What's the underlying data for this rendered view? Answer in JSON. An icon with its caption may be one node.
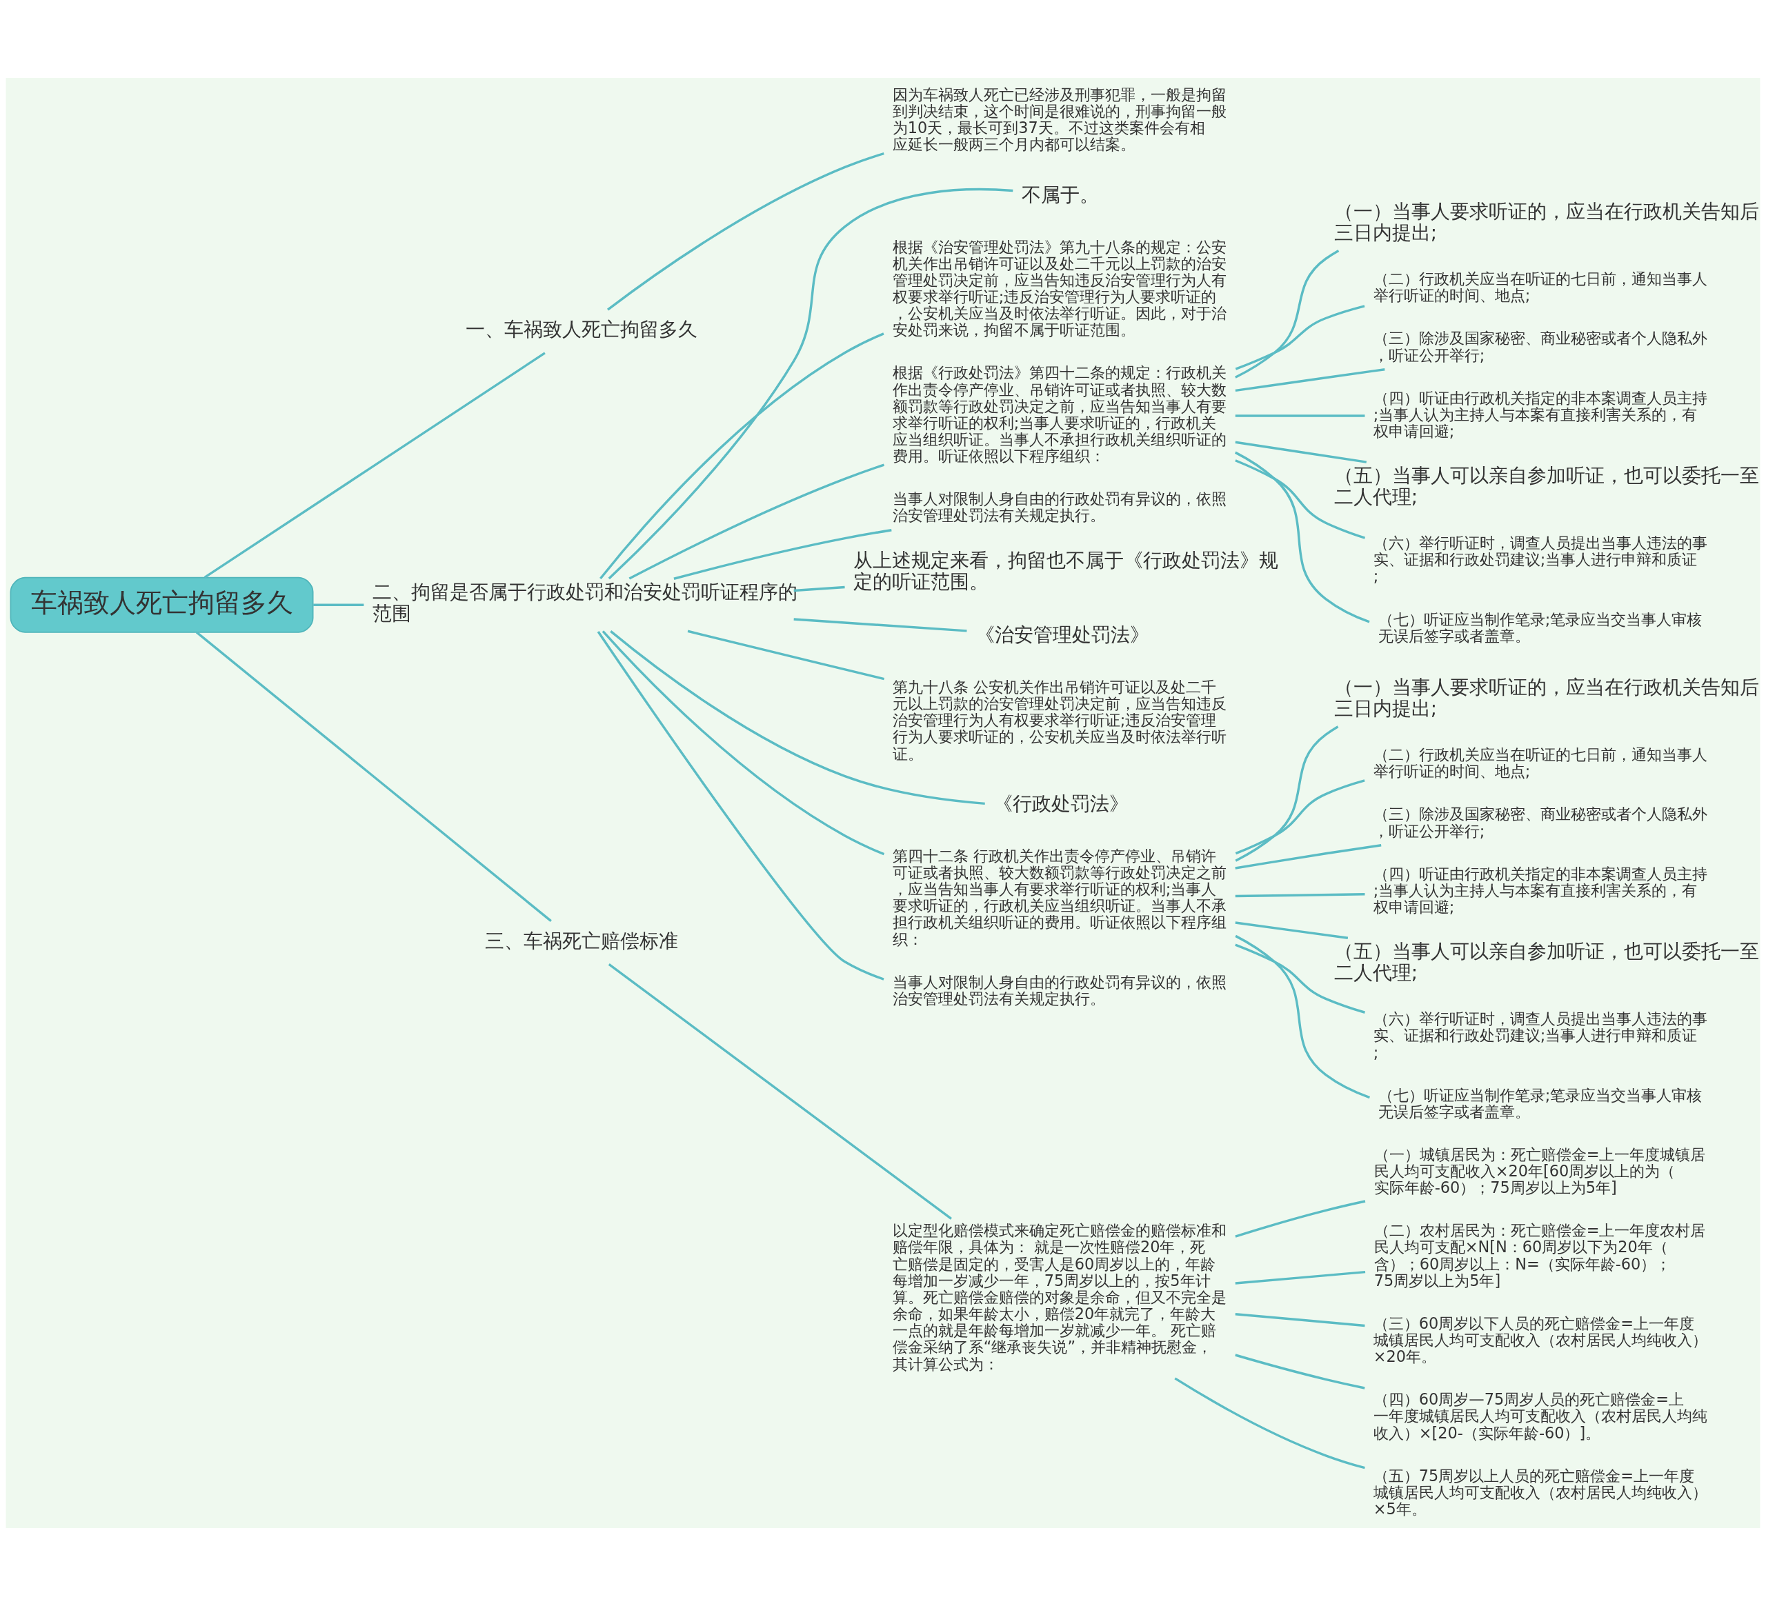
{
  "diagram": {
    "nodes": [
      {
        "text": [
          "车祸致人死亡拘留多久"
        ]
      },
      {
        "text": [
          "一、车祸致人死亡拘留多久"
        ]
      },
      {
        "text": [
          "因为车祸致人死亡已经涉及刑事犯罪，一般是拘留到判决结束，这个时间是很难说的，刑事拘留一般为10天，最长可到37天。不过这类案件会有相应延长一般两三个月内都可以结案。"
        ]
      },
      {
        "text": [
          "二、拘留是否属于行政处罚和治安处罚听证程序的范围"
        ]
      },
      {
        "text": [
          "不属于。"
        ]
      },
      {
        "text": [
          "根据《治安管理处罚法》第九十八条的规定：公安机关作出吊销许可证以及处二千元以上罚款的治安管理处罚决定前，应当告知违反治安管理行为人有权要求举行听证;违反治安管理行为人要求听证的，公安机关应当及时依法举行听证。因此，对于治安处罚来说，拘留不属于听证范围。"
        ]
      },
      {
        "text": [
          "根据《行政处罚法》第四十二条的规定：行政机关作出责令停产停业、吊销许可证或者执照、较大数额罚款等行政处罚决定之前，应当告知当事人有要求举行听证的权利;当事人要求听证的，行政机关应当组织听证。当事人不承担行政机关组织听证的费用。听证依照以下程序组织："
        ]
      },
      {
        "text": [
          "（一）当事人要求听证的，应当在行政机关告知后三日内提出;"
        ]
      },
      {
        "text": [
          "（二）行政机关应当在听证的七日前，通知当事人举行听证的时间、地点;"
        ]
      },
      {
        "text": [
          "（三）除涉及国家秘密、商业秘密或者个人隐私外，听证公开举行;"
        ]
      },
      {
        "text": [
          "（四）听证由行政机关指定的非本案调查人员主持;当事人认为主持人与本案有直接利害关系的，有权申请回避;"
        ]
      },
      {
        "text": [
          "（五）当事人可以亲自参加听证，也可以委托一至二人代理;"
        ]
      },
      {
        "text": [
          "（六）举行听证时，调查人员提出当事人违法的事实、证据和行政处罚建议;当事人进行申辩和质证;"
        ]
      },
      {
        "text": [
          "（七）听证应当制作笔录;笔录应当交当事人审核无误后签字或者盖章。"
        ]
      },
      {
        "text": [
          "当事人对限制人身自由的行政处罚有异议的，依照治安管理处罚法有关规定执行。"
        ]
      },
      {
        "text": [
          "从上述规定来看，拘留也不属于《行政处罚法》规定的听证范围。"
        ]
      },
      {
        "text": [
          "《治安管理处罚法》"
        ]
      },
      {
        "text": [
          "第九十八条 公安机关作出吊销许可证以及处二千元以上罚款的治安管理处罚决定前，应当告知违反治安管理行为人有权要求举行听证;违反治安管理行为人要求听证的，公安机关应当及时依法举行听证。"
        ]
      },
      {
        "text": [
          "《行政处罚法》"
        ]
      },
      {
        "text": [
          "第四十二条 行政机关作出责令停产停业、吊销许可证或者执照、较大数额罚款等行政处罚决定之前，应当告知当事人有要求举行听证的权利;当事人要求听证的，行政机关应当组织听证。当事人不承担行政机关组织听证的费用。听证依照以下程序组织："
        ]
      },
      {
        "text": [
          "（一）当事人要求听证的，应当在行政机关告知后三日内提出;"
        ]
      },
      {
        "text": [
          "（二）行政机关应当在听证的七日前，通知当事人举行听证的时间、地点;"
        ]
      },
      {
        "text": [
          "（三）除涉及国家秘密、商业秘密或者个人隐私外，听证公开举行;"
        ]
      },
      {
        "text": [
          "（四）听证由行政机关指定的非本案调查人员主持;当事人认为主持人与本案有直接利害关系的，有权申请回避;"
        ]
      },
      {
        "text": [
          "（五）当事人可以亲自参加听证，也可以委托一至二人代理;"
        ]
      },
      {
        "text": [
          "（六）举行听证时，调查人员提出当事人违法的事实、证据和行政处罚建议;当事人进行申辩和质证;"
        ]
      },
      {
        "text": [
          "（七）听证应当制作笔录;笔录应当交当事人审核无误后签字或者盖章。"
        ]
      },
      {
        "text": [
          "当事人对限制人身自由的行政处罚有异议的，依照治安管理处罚法有关规定执行。"
        ]
      },
      {
        "text": [
          "三、车祸死亡赔偿标准"
        ]
      },
      {
        "text": [
          "以定型化赔偿模式来确定死亡赔偿金的赔偿标准和赔偿年限，具体为： 就是一次性赔偿20年，死亡赔偿是固定的，受害人是60周岁以上的，年龄每增加一岁减少一年，75周岁以上的，按5年计算。死亡赔偿金赔偿的对象是余命，但又不完全是余命，如果年龄太小，赔偿20年就完了，年龄大一点的就是年龄每增加一岁就减少一年。 死亡赔偿金采纳了系“继承丧失说”，并非精神抚慰金，其计算公式为："
        ]
      },
      {
        "text": [
          "（一）城镇居民为：死亡赔偿金=上一年度城镇居民人均可支配收入×20年[60周岁以上的为（实际年龄-60）；75周岁以上为5年]"
        ]
      },
      {
        "text": [
          "（二）农村居民为：死亡赔偿金=上一年度农村居民人均可支配×N[N：60周岁以下为20年（含）；60周岁以上：N=（实际年龄-60）；75周岁以上为5年]"
        ]
      },
      {
        "text": [
          "（三）60周岁以下人员的死亡赔偿金=上一年度城镇居民人均可支配收入（农村居民人均纯收入）×20年。"
        ]
      },
      {
        "text": [
          "（四）60周岁—75周岁人员的死亡赔偿金=上一年度城镇居民人均可支配收入（农村居民人均纯收入）×[20-（实际年龄-60）]。"
        ]
      },
      {
        "text": [
          "（五）75周岁以上人员的死亡赔偿金=上一年度城镇居民人均可支配收入（农村居民人均纯收入）×5年。"
        ]
      }
    ],
    "edges": [
      {
        "from": 0,
        "to": 1,
        "arrow": "none"
      },
      {
        "from": 1,
        "to": 2,
        "arrow": "none"
      },
      {
        "from": 0,
        "to": 3,
        "arrow": "none"
      },
      {
        "from": 3,
        "to": 4,
        "arrow": "none"
      },
      {
        "from": 3,
        "to": 5,
        "arrow": "none"
      },
      {
        "from": 3,
        "to": 6,
        "arrow": "none"
      },
      {
        "from": 6,
        "to": 7,
        "arrow": "none"
      },
      {
        "from": 6,
        "to": 8,
        "arrow": "none"
      },
      {
        "from": 6,
        "to": 9,
        "arrow": "none"
      },
      {
        "from": 6,
        "to": 10,
        "arrow": "none"
      },
      {
        "from": 6,
        "to": 11,
        "arrow": "none"
      },
      {
        "from": 6,
        "to": 12,
        "arrow": "none"
      },
      {
        "from": 6,
        "to": 13,
        "arrow": "none"
      },
      {
        "from": 3,
        "to": 14,
        "arrow": "none"
      },
      {
        "from": 3,
        "to": 15,
        "arrow": "none"
      },
      {
        "from": 3,
        "to": 16,
        "arrow": "none"
      },
      {
        "from": 3,
        "to": 17,
        "arrow": "none"
      },
      {
        "from": 3,
        "to": 18,
        "arrow": "none"
      },
      {
        "from": 3,
        "to": 19,
        "arrow": "none"
      },
      {
        "from": 19,
        "to": 20,
        "arrow": "none"
      },
      {
        "from": 19,
        "to": 21,
        "arrow": "none"
      },
      {
        "from": 19,
        "to": 22,
        "arrow": "none"
      },
      {
        "from": 19,
        "to": 23,
        "arrow": "none"
      },
      {
        "from": 19,
        "to": 24,
        "arrow": "none"
      },
      {
        "from": 19,
        "to": 25,
        "arrow": "none"
      },
      {
        "from": 19,
        "to": 26,
        "arrow": "none"
      },
      {
        "from": 3,
        "to": 27,
        "arrow": "none"
      },
      {
        "from": 0,
        "to": 28,
        "arrow": "none"
      },
      {
        "from": 28,
        "to": 29,
        "arrow": "none"
      },
      {
        "from": 29,
        "to": 30,
        "arrow": "none"
      },
      {
        "from": 29,
        "to": 31,
        "arrow": "none"
      },
      {
        "from": 29,
        "to": 32,
        "arrow": "none"
      },
      {
        "from": 29,
        "to": 33,
        "arrow": "none"
      },
      {
        "from": 29,
        "to": 34,
        "arrow": "none"
      }
    ]
  }
}
